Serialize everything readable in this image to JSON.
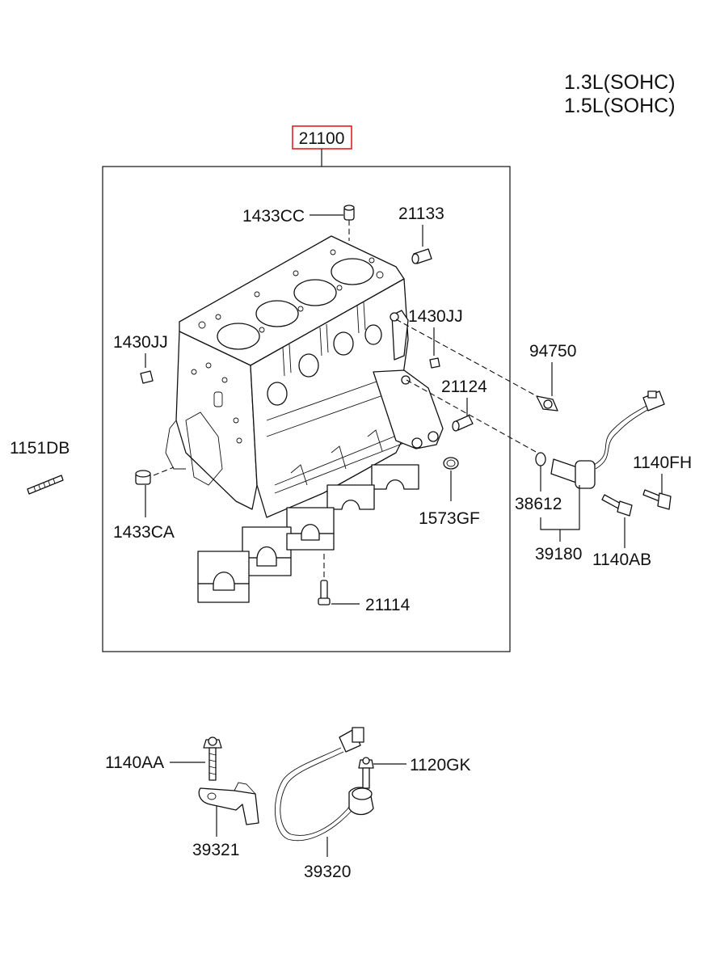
{
  "engine_variants": [
    "1.3L(SOHC)",
    "1.5L(SOHC)"
  ],
  "main_assembly": {
    "part_no": "21100",
    "highlight_color": "#e02020"
  },
  "parts": {
    "p1433CC": "1433CC",
    "p21133": "21133",
    "p1430JJ_left": "1430JJ",
    "p1430JJ_right": "1430JJ",
    "p94750": "94750",
    "p21124": "21124",
    "p1151DB": "1151DB",
    "p1140FH": "1140FH",
    "p38612": "38612",
    "p1433CA": "1433CA",
    "p1573GF": "1573GF",
    "p39180": "39180",
    "p1140AB": "1140AB",
    "p21114": "21114",
    "p1140AA": "1140AA",
    "p1120GK": "1120GK",
    "p39321": "39321",
    "p39320": "39320"
  }
}
